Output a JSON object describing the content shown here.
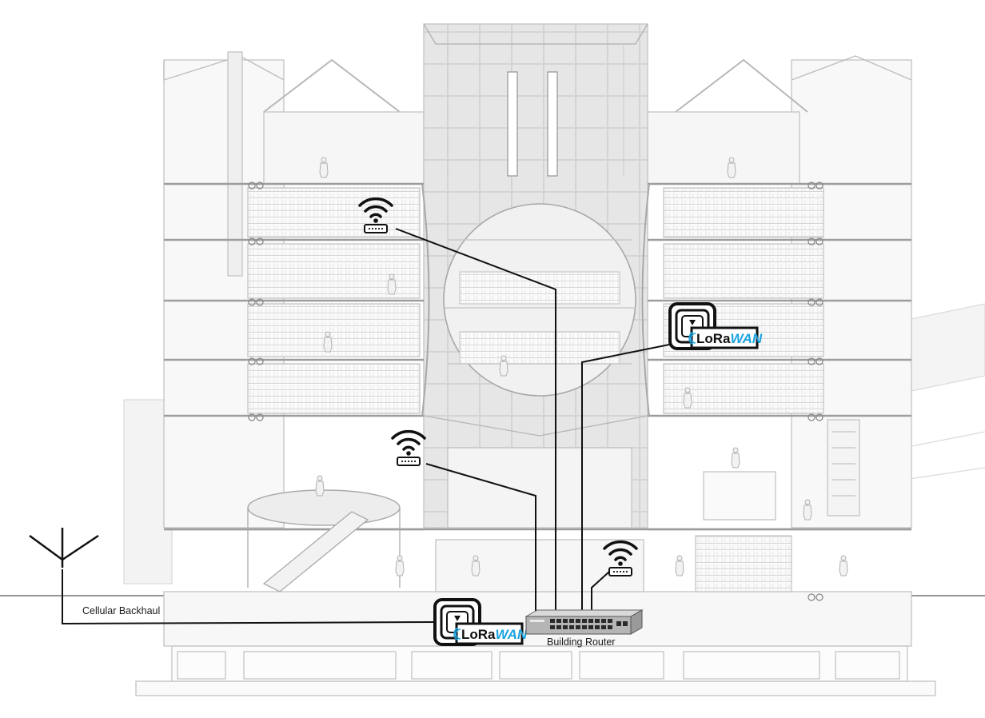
{
  "labels": {
    "cellular_backhaul": "Cellular Backhaul",
    "building_router": "Building Router"
  },
  "lora": {
    "lo": "LoRa",
    "wan": "WAN"
  },
  "colors": {
    "building_lines": "#c4c4c4",
    "network_lines": "#111111",
    "lorawan_blue": "#1aa3e0"
  },
  "icons": {
    "wifi": "wifi-router-icon",
    "gateway": "lorawan-gateway-icon",
    "router": "network-switch-icon",
    "antenna": "antenna-icon"
  }
}
